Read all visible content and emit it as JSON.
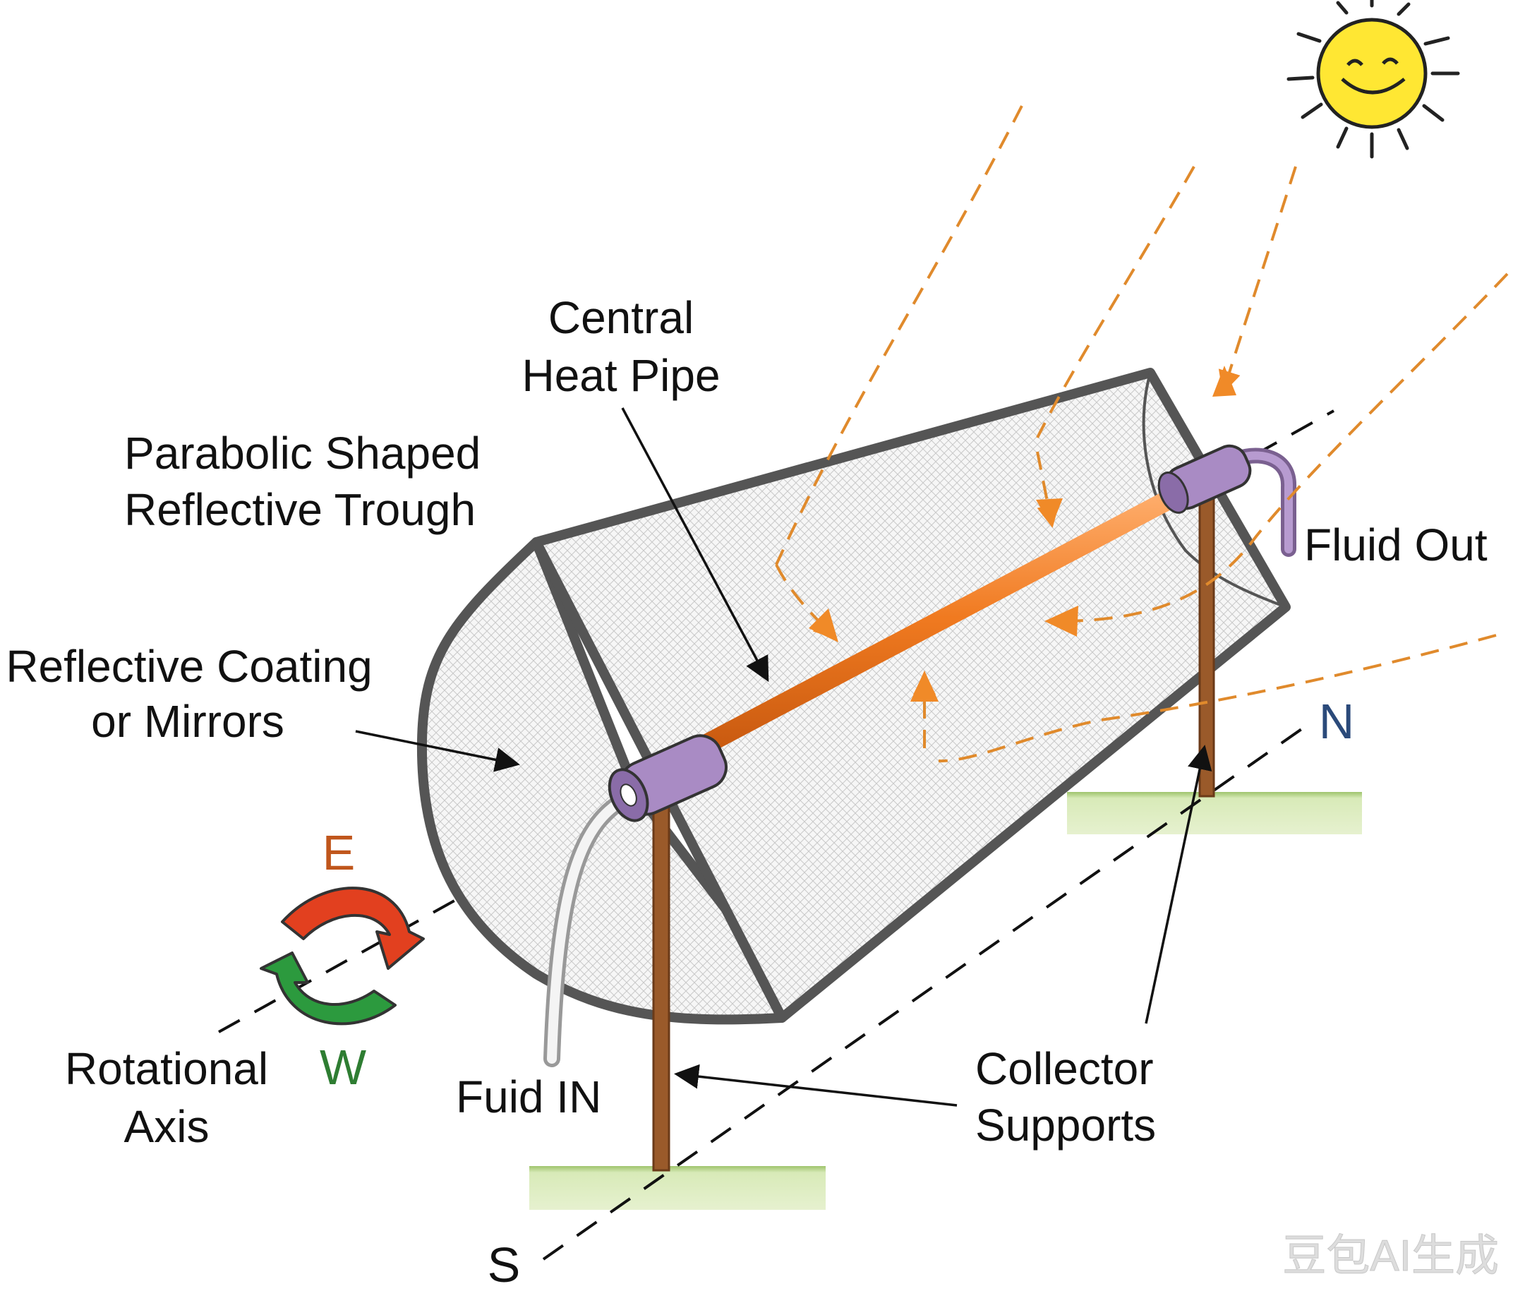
{
  "labels": {
    "central_heat_pipe": [
      "Central",
      "Heat Pipe"
    ],
    "parabolic_trough": [
      "Parabolic Shaped",
      "Reflective Trough"
    ],
    "reflective_coating": [
      "Reflective Coating",
      "or Mirrors"
    ],
    "fluid_out": "Fluid Out",
    "fluid_in": "Fuid IN",
    "rotational_axis": [
      "Rotational",
      "Axis"
    ],
    "collector_supports": [
      "Collector",
      "Supports"
    ]
  },
  "directions": {
    "east": "E",
    "west": "W",
    "north": "N",
    "south": "S"
  },
  "watermark": "豆包AI生成",
  "icons": [
    "sun-icon",
    "rotation-arrows-icon"
  ],
  "colors": {
    "sun_ray": "#e08a2c",
    "heat_pipe": "#f07a20",
    "pipe_fitting": "#a98bc4",
    "trough_frame": "#555555",
    "support_post": "#9a5a2a",
    "ground": "#cfe3a8",
    "sun": "#ffe733",
    "east_arrow": "#e2401f",
    "west_arrow": "#2c9a3e",
    "east_text": "#c0561c",
    "west_text": "#2e7d32",
    "north_text": "#2b4a7a"
  }
}
